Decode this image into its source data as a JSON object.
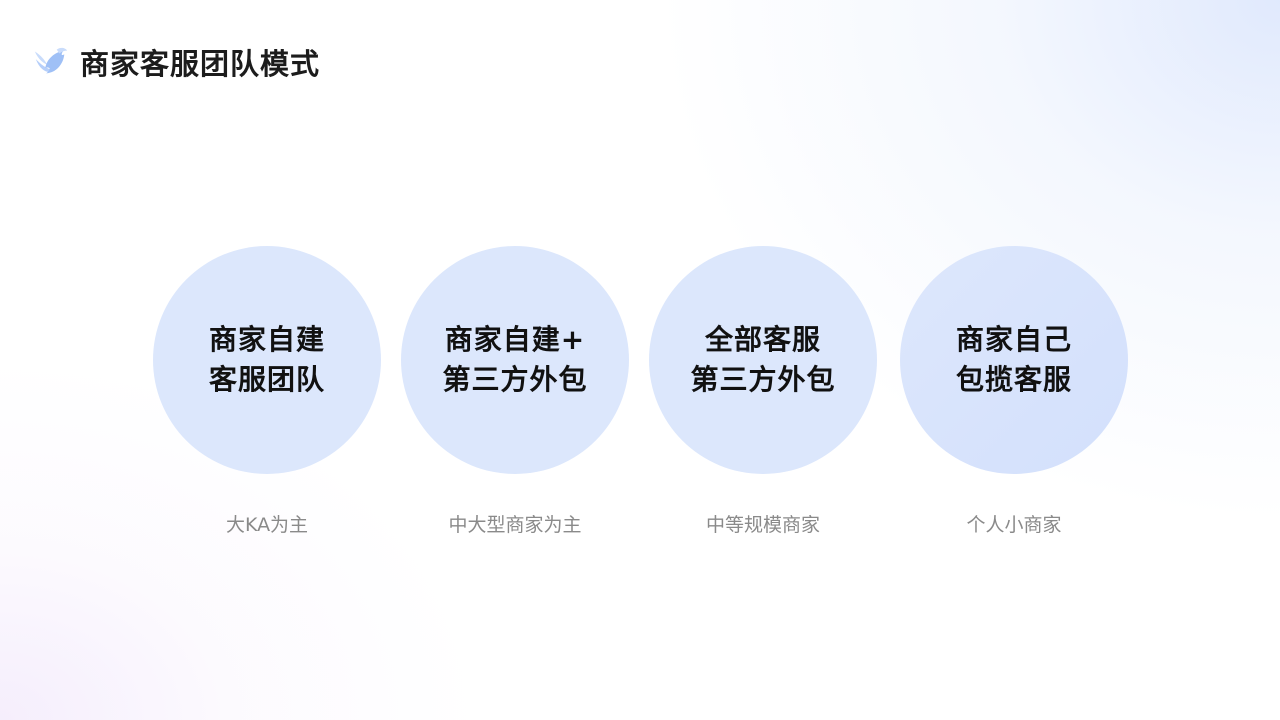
{
  "header": {
    "title": "商家客服团队模式",
    "logo_icon": "bird-logo-icon"
  },
  "colors": {
    "circle_fill": "#dce7fc",
    "title_text": "#1c1c1c",
    "caption_text": "#8a8a8a",
    "logo_light": "#c9dcfb",
    "logo_dark": "#9fc0f6"
  },
  "modes": [
    {
      "lines": [
        "商家自建",
        "客服团队"
      ],
      "caption": "大KA为主"
    },
    {
      "lines": [
        "商家自建+",
        "第三方外包"
      ],
      "caption": "中大型商家为主"
    },
    {
      "lines": [
        "全部客服",
        "第三方外包"
      ],
      "caption": "中等规模商家"
    },
    {
      "lines": [
        "商家自己",
        "包揽客服"
      ],
      "caption": "个人小商家"
    }
  ]
}
